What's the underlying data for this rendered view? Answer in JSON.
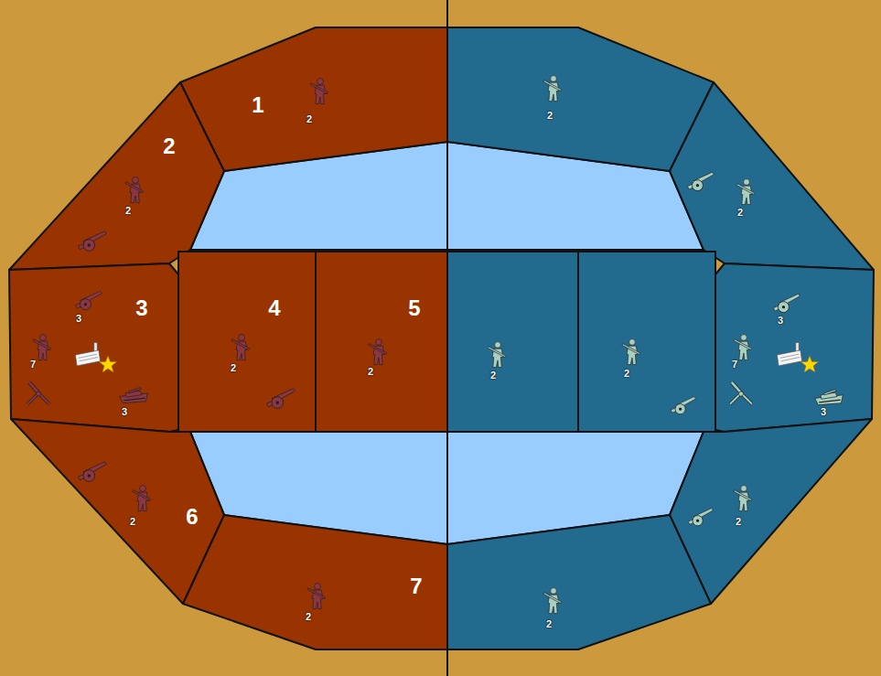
{
  "diagram": {
    "nodes": [
      {
        "text": [
          "1",
          "2"
        ]
      },
      {
        "text": [
          "2",
          "2"
        ]
      },
      {
        "text": [
          "3",
          "3",
          "7",
          "3"
        ]
      },
      {
        "text": [
          "4",
          "2"
        ]
      },
      {
        "text": [
          "5",
          "2"
        ]
      },
      {
        "text": [
          "6",
          "2"
        ]
      },
      {
        "text": [
          "7",
          "2"
        ]
      },
      {
        "text": [
          "2"
        ]
      },
      {
        "text": [
          "2"
        ]
      },
      {
        "text": [
          "3",
          "7",
          "3"
        ]
      },
      {
        "text": [
          "2"
        ]
      },
      {
        "text": [
          "2"
        ]
      },
      {
        "text": [
          "2"
        ]
      },
      {
        "text": [
          "2"
        ]
      }
    ]
  }
}
